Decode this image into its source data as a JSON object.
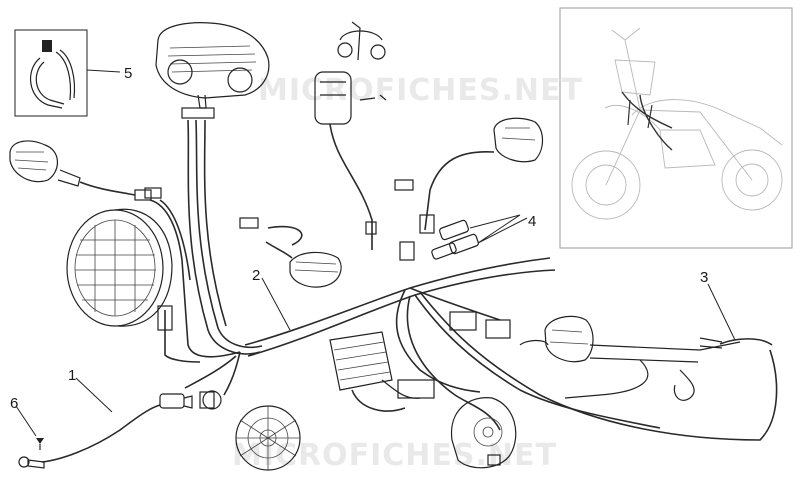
{
  "watermark": {
    "top": "MICROFICHES.NET",
    "bottom": "MICROFICHES.NET"
  },
  "callouts": [
    {
      "id": "1",
      "text": "1"
    },
    {
      "id": "2",
      "text": "2"
    },
    {
      "id": "3",
      "text": "3"
    },
    {
      "id": "4",
      "text": "4"
    },
    {
      "id": "5",
      "text": "5"
    },
    {
      "id": "6",
      "text": "6"
    }
  ]
}
